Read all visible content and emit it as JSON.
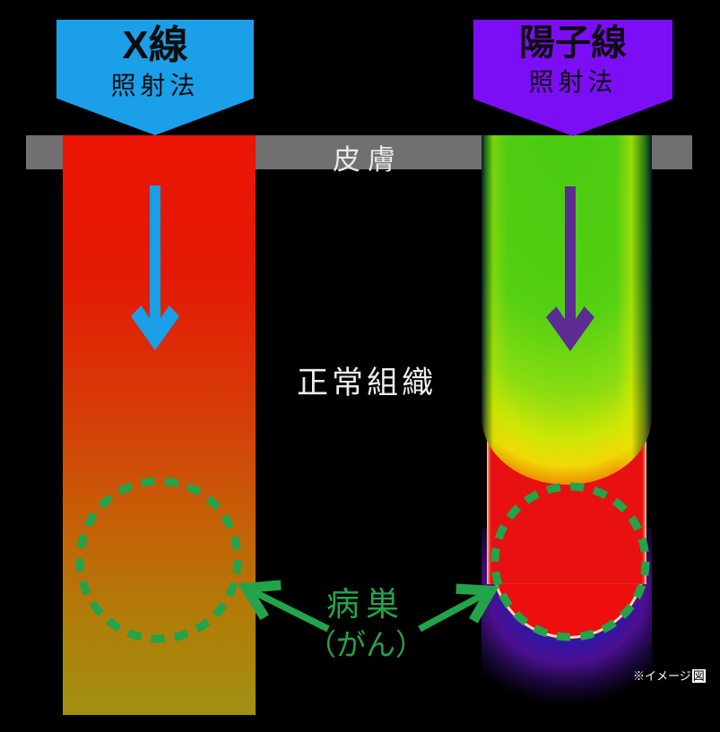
{
  "left_method": {
    "name": "X線",
    "subtitle": "照射法",
    "banner_color": "#1b9fe8",
    "arrow_color": "#1b9fe8",
    "dose_gradient_top": "#ec1404",
    "dose_gradient_bottom": "#a29012"
  },
  "right_method": {
    "name": "陽子線",
    "subtitle": "照射法",
    "banner_color": "#7c0ef5",
    "arrow_color": "#5c2b93",
    "entry_beam_green": "#55d013",
    "bragg_peak_red": "#ee0e0e",
    "distal_falloff_blue": "#2b2bdc"
  },
  "labels": {
    "skin": "皮膚",
    "normal_tissue": "正常組織",
    "lesion_line1": "病巣",
    "lesion_line2": "（がん）",
    "note_prefix": "※イメージ",
    "note_suffix": "図"
  },
  "annotation": {
    "color": "#23a34a",
    "lesion_circle_style": "dotted"
  },
  "skin_bar_color": "#707070",
  "background_color": "#000000"
}
